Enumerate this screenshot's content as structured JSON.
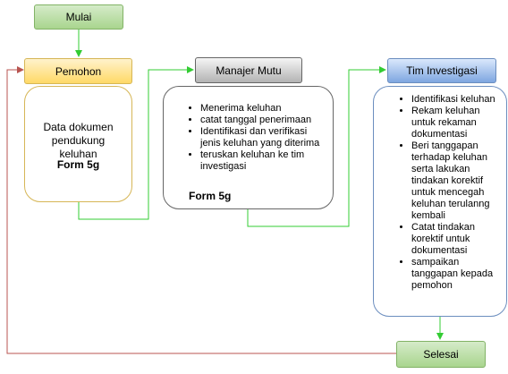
{
  "nodes": {
    "mulai": "Mulai",
    "pemohon": "Pemohon",
    "manajer": "Manajer Mutu",
    "tim": "Tim Investigasi",
    "selesai": "Selesai"
  },
  "pemohon_box": {
    "text": "Data dokumen pendukung keluhan",
    "form": "Form 5g"
  },
  "manajer_box": {
    "items": [
      "Menerima keluhan",
      "catat tanggal penerimaan",
      "Identifikasi dan verifikasi jenis keluhan yang diterima",
      "teruskan keluhan ke tim investigasi"
    ],
    "form": "Form 5g"
  },
  "tim_box": {
    "items": [
      "Identifikasi keluhan",
      "Rekam keluhan untuk rekaman dokumentasi",
      "Beri tanggapan terhadap keluhan serta lakukan tindakan korektif untuk mencegah keluhan terulanng kembali",
      "Catat tindakan korektif untuk dokumentasi",
      "sampaikan tanggapan kepada pemohon"
    ]
  },
  "colors": {
    "green_line": "#33cc33",
    "red_line": "#b85450"
  }
}
